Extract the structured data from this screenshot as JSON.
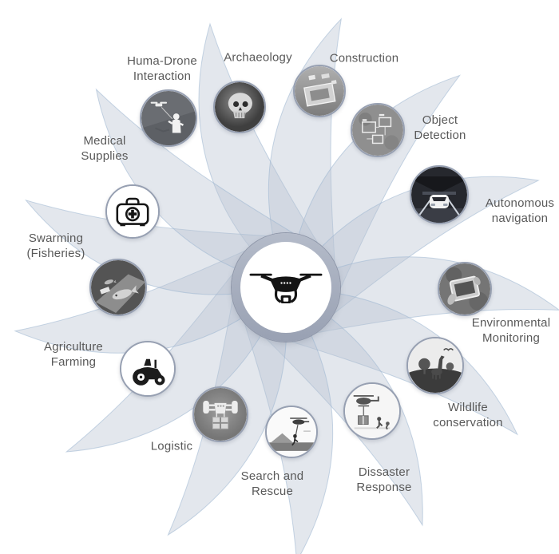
{
  "figure_type": "pinwheel-diagram of drone (UAV) application areas",
  "colors": {
    "background": "#ffffff",
    "text": "#595959",
    "blade_fill": "#b9c3d3",
    "blade_stroke": "#9ab4cf",
    "center_ring": "#a9b0bf",
    "node_ring": "#97a0b2"
  },
  "center": {
    "icon": "quadcopter-drone-icon"
  },
  "nodes": [
    {
      "id": "huma-drone-interaction",
      "label": "Huma-Drone\nInteraction",
      "icon": "person-controlling-drone-icon"
    },
    {
      "id": "archaeology",
      "label": "Archaeology",
      "icon": "skull-icon"
    },
    {
      "id": "construction",
      "label": "Construction",
      "icon": "construction-site-icon"
    },
    {
      "id": "object-detection",
      "label": "Object\nDetection",
      "icon": "aerial-bounding-boxes-icon"
    },
    {
      "id": "autonomous-navigation",
      "label": "Autonomous\nnavigation",
      "icon": "self-driving-car-icon"
    },
    {
      "id": "environmental-monitoring",
      "label": "Environmental\nMonitoring",
      "icon": "tablet-monitoring-icon"
    },
    {
      "id": "wildlife-conservation",
      "label": "Wildlife\nconservation",
      "icon": "giraffe-globe-icon"
    },
    {
      "id": "disaster-response",
      "label": "Dissaster\nResponse",
      "icon": "helicopter-airlift-icon"
    },
    {
      "id": "search-and-rescue",
      "label": "Search and\nRescue",
      "icon": "helicopter-rescue-icon"
    },
    {
      "id": "logistic",
      "label": "Logistic",
      "icon": "delivery-drone-package-icon"
    },
    {
      "id": "agriculture-farming",
      "label": "Agriculture\nFarming",
      "icon": "tractor-icon"
    },
    {
      "id": "swarming-fisheries",
      "label": "Swarming\n(Fisheries)",
      "icon": "fish-icon"
    },
    {
      "id": "medical-supplies",
      "label": "Medical\nSupplies",
      "icon": "first-aid-kit-icon"
    }
  ]
}
